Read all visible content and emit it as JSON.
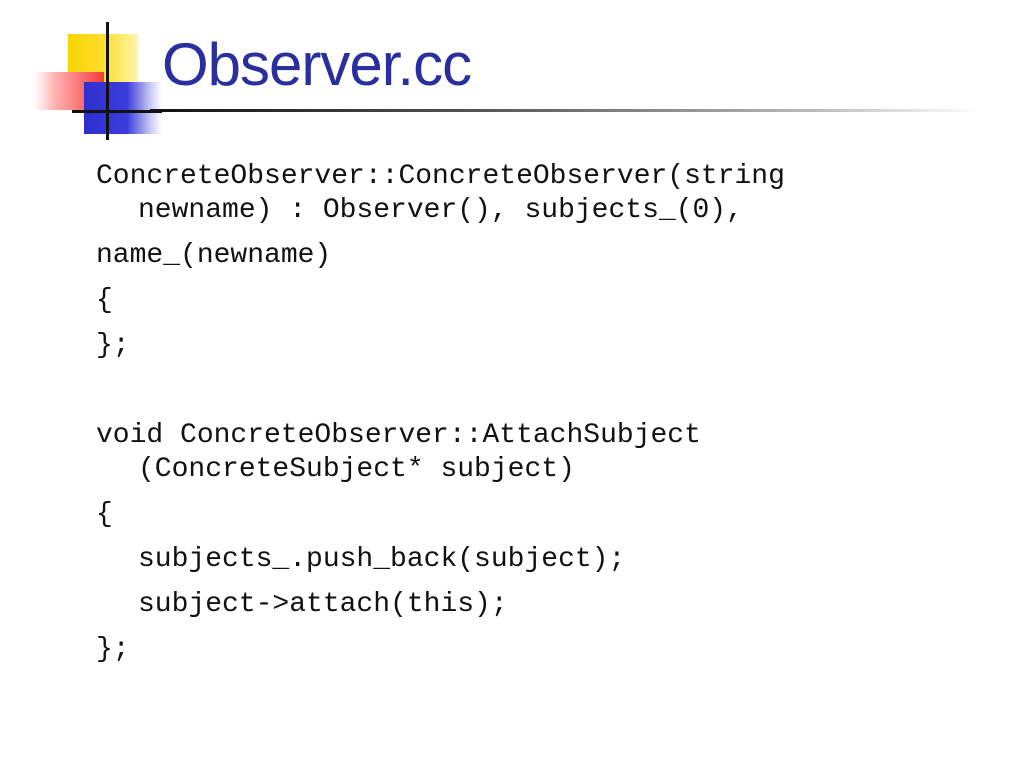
{
  "slide": {
    "title": "Observer.cc",
    "code_lines": [
      {
        "first": "ConcreteObserver::ConcreteObserver(string",
        "cont": "newname) : Observer(), subjects_(0),"
      },
      {
        "first": "name_(newname)"
      },
      {
        "first": "{"
      },
      {
        "first": "};"
      },
      {
        "first": "void ConcreteObserver::AttachSubject",
        "cont": "(ConcreteSubject* subject)"
      },
      {
        "first": "{"
      },
      {
        "first": "subjects_.push_back(subject);"
      },
      {
        "first": "subject->attach(this);"
      },
      {
        "first": "};"
      }
    ]
  },
  "colors": {
    "title": "#2a2f9e",
    "text": "#111111",
    "logo_yellow": "#f7d400",
    "logo_red": "#f43a3a",
    "logo_blue": "#2d2fcf"
  },
  "icons": {
    "logo": "template-logo-icon"
  }
}
